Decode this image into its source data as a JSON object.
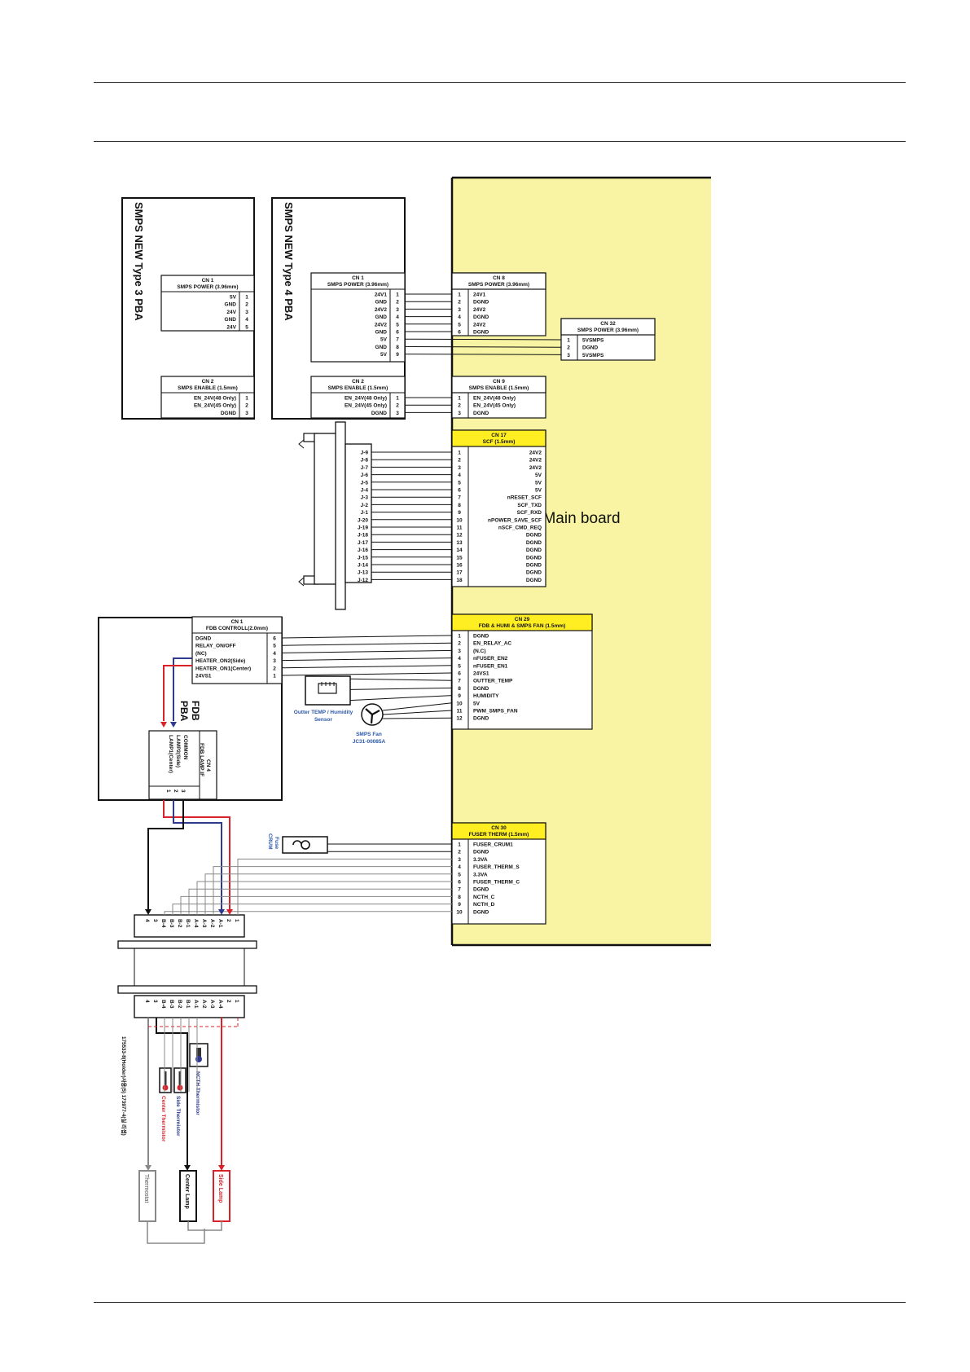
{
  "main_board": {
    "label": "Main board",
    "fill": "#f8f4a4"
  },
  "colors": {
    "wire_red": "#d9222a",
    "wire_blue": "#2f3a8f",
    "wire_gray": "#888888",
    "header_yellow": "#ffee22",
    "accent_blue": "#2c58a8"
  },
  "smps3": {
    "label": "SMPS NEW Type 3 PBA",
    "cn1": {
      "title": "CN 1",
      "sub": "SMPS POWER (3.96mm)",
      "pins": [
        [
          "5V",
          "1"
        ],
        [
          "GND",
          "2"
        ],
        [
          "24V",
          "3"
        ],
        [
          "GND",
          "4"
        ],
        [
          "24V",
          "5"
        ]
      ]
    },
    "cn2": {
      "title": "CN 2",
      "sub": "SMPS ENABLE (1.5mm)",
      "pins": [
        [
          "EN_24V(48 Only)",
          "1"
        ],
        [
          "EN_24V(45 Only)",
          "2"
        ],
        [
          "DGND",
          "3"
        ]
      ]
    }
  },
  "smps4": {
    "label": "SMPS NEW Type 4 PBA",
    "cn1": {
      "title": "CN 1",
      "sub": "SMPS POWER (3.96mm)",
      "pins": [
        [
          "24V1",
          "1"
        ],
        [
          "GND",
          "2"
        ],
        [
          "24V2",
          "3"
        ],
        [
          "GND",
          "4"
        ],
        [
          "24V2",
          "5"
        ],
        [
          "GND",
          "6"
        ],
        [
          "5V",
          "7"
        ],
        [
          "GND",
          "8"
        ],
        [
          "5V",
          "9"
        ]
      ]
    },
    "cn2": {
      "title": "CN 2",
      "sub": "SMPS ENABLE (1.5mm)",
      "pins": [
        [
          "EN_24V(48 Only)",
          "1"
        ],
        [
          "EN_24V(45 Only)",
          "2"
        ],
        [
          "DGND",
          "3"
        ]
      ]
    }
  },
  "cn8": {
    "title": "CN 8",
    "sub": "SMPS POWER (3.96mm)",
    "pins": [
      [
        "1",
        "24V1"
      ],
      [
        "2",
        "DGND"
      ],
      [
        "3",
        "24V2"
      ],
      [
        "4",
        "DGND"
      ],
      [
        "5",
        "24V2"
      ],
      [
        "6",
        "DGND"
      ]
    ]
  },
  "cn32": {
    "title": "CN 32",
    "sub": "SMPS POWER (3.96mm)",
    "pins": [
      [
        "1",
        "5VSMPS"
      ],
      [
        "2",
        "DGND"
      ],
      [
        "3",
        "5VSMPS"
      ]
    ]
  },
  "cn9": {
    "title": "CN 9",
    "sub": "SMPS ENABLE (1.5mm)",
    "pins": [
      [
        "1",
        "EN_24V(48 Only)"
      ],
      [
        "2",
        "EN_24V(45 Only)"
      ],
      [
        "3",
        "DGND"
      ]
    ]
  },
  "cn17": {
    "title": "CN 17",
    "sub": "SCF (1.5mm)",
    "pins": [
      [
        "1",
        "24V2"
      ],
      [
        "2",
        "24V2"
      ],
      [
        "3",
        "24V2"
      ],
      [
        "4",
        "5V"
      ],
      [
        "5",
        "5V"
      ],
      [
        "6",
        "5V"
      ],
      [
        "7",
        "nRESET_SCF"
      ],
      [
        "8",
        "SCF_TXD"
      ],
      [
        "9",
        "SCF_RXD"
      ],
      [
        "10",
        "nPOWER_SAVE_SCF"
      ],
      [
        "11",
        "nSCF_CMD_REQ"
      ],
      [
        "12",
        "DGND"
      ],
      [
        "13",
        "DGND"
      ],
      [
        "14",
        "DGND"
      ],
      [
        "15",
        "DGND"
      ],
      [
        "16",
        "DGND"
      ],
      [
        "17",
        "DGND"
      ],
      [
        "18",
        "DGND"
      ]
    ]
  },
  "scf_jack": [
    "J-9",
    "J-8",
    "J-7",
    "J-6",
    "J-5",
    "J-4",
    "J-3",
    "J-2",
    "J-1",
    "J-20",
    "J-19",
    "J-18",
    "J-17",
    "J-16",
    "J-15",
    "J-14",
    "J-13",
    "J-12"
  ],
  "fdb": {
    "label_1": "FDB",
    "label_2": "PBA",
    "cn1": {
      "title": "CN 1",
      "sub": "FDB CONTROLL(2.0mm)",
      "pins": [
        [
          "DGND",
          "6"
        ],
        [
          "RELAY_ON/OFF",
          "5"
        ],
        [
          "(NC)",
          "4"
        ],
        [
          "HEATER_ON2(Side)",
          "3"
        ],
        [
          "HEATER_ON1(Center)",
          "2"
        ],
        [
          "24VS1",
          "1"
        ]
      ]
    },
    "cn4": {
      "title": "CN 4",
      "sub": "FDB LAMP IF",
      "lines": [
        "COMMON",
        "LAMP2(Side)",
        "LAMP1(Center)"
      ],
      "pins": [
        "1",
        "2",
        "3"
      ]
    }
  },
  "cn29": {
    "title": "CN 29",
    "sub": "FDB & HUMI & SMPS FAN (1.5mm)",
    "pins": [
      [
        "1",
        "DGND"
      ],
      [
        "2",
        "EN_RELAY_AC"
      ],
      [
        "3",
        "(N.C)"
      ],
      [
        "4",
        "nFUSER_EN2"
      ],
      [
        "5",
        "nFUSER_EN1"
      ],
      [
        "6",
        "24VS1"
      ],
      [
        "7",
        "OUTTER_TEMP"
      ],
      [
        "8",
        "DGND"
      ],
      [
        "9",
        "HUMIDITY"
      ],
      [
        "10",
        "5V"
      ],
      [
        "11",
        "PWM_SMPS_FAN"
      ],
      [
        "12",
        "DGND"
      ]
    ]
  },
  "sensor": {
    "line1": "Outter TEMP / Humidity",
    "line2": "Sensor"
  },
  "fan": {
    "line1": "SMPS Fan",
    "line2": "JC31-00085A"
  },
  "cn30": {
    "title": "CN 30",
    "sub": "FUSER THERM (1.5mm)",
    "pins": [
      [
        "1",
        "FUSER_CRUM1"
      ],
      [
        "2",
        "DGND"
      ],
      [
        "3",
        "3.3VA"
      ],
      [
        "4",
        "FUSER_THERM_S"
      ],
      [
        "5",
        "3.3VA"
      ],
      [
        "6",
        "FUSER_THERM_C"
      ],
      [
        "7",
        "DGND"
      ],
      [
        "8",
        "NCTH_C"
      ],
      [
        "9",
        "NCTH_D"
      ],
      [
        "10",
        "DGND"
      ]
    ]
  },
  "fuse_crum": {
    "line1": "Fuse",
    "line2": "CRUM"
  },
  "connector": {
    "labels": [
      "4",
      "3",
      "B-4",
      "B-3",
      "B-2",
      "B-1",
      "A-4",
      "A-3",
      "A-2",
      "A-1",
      "2",
      "1"
    ]
  },
  "connector_lower": {
    "labels": [
      "4",
      "3",
      "B-4",
      "B-3",
      "B-2",
      "B-1",
      "A-1",
      "A-2",
      "A-3",
      "A-4",
      "2",
      "1"
    ]
  },
  "parts": {
    "holder_note": "175533-8(Holder)사용(5) 173977-4(실 리셉)",
    "center_thermistor": "Center Thermistor",
    "side_thermistor": "Side Thermistor",
    "ncth_thermistor": "NCTH Thermistor",
    "thermostat": "Thermostat",
    "center_lamp": "Center Lamp",
    "side_lamp": "Side Lamp"
  }
}
